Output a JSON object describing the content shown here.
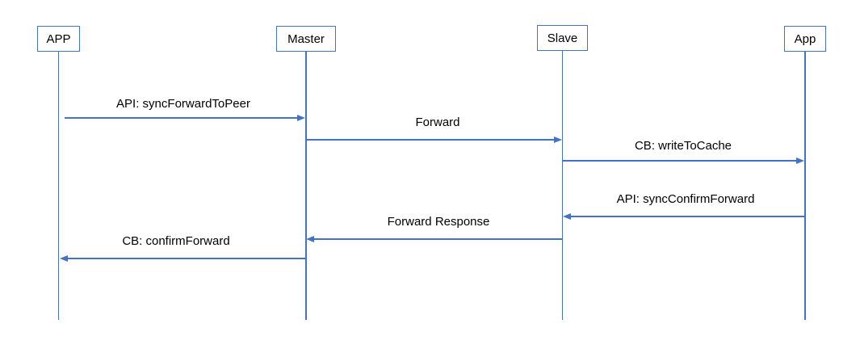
{
  "diagram": {
    "type": "sequence-diagram",
    "colors": {
      "line": "#4472C4",
      "text": "#000000",
      "background": "#FFFFFF"
    },
    "actors": [
      {
        "label": "APP"
      },
      {
        "label": "Master"
      },
      {
        "label": "Slave"
      },
      {
        "label": "App"
      }
    ],
    "messages": [
      {
        "label": "API: syncForwardToPeer",
        "from": "APP",
        "to": "Master"
      },
      {
        "label": "Forward",
        "from": "Master",
        "to": "Slave"
      },
      {
        "label": "CB: writeToCache",
        "from": "Slave",
        "to": "App"
      },
      {
        "label": "API: syncConfirmForward",
        "from": "App",
        "to": "Slave"
      },
      {
        "label": "Forward Response",
        "from": "Slave",
        "to": "Master"
      },
      {
        "label": "CB: confirmForward",
        "from": "Master",
        "to": "APP"
      }
    ]
  }
}
